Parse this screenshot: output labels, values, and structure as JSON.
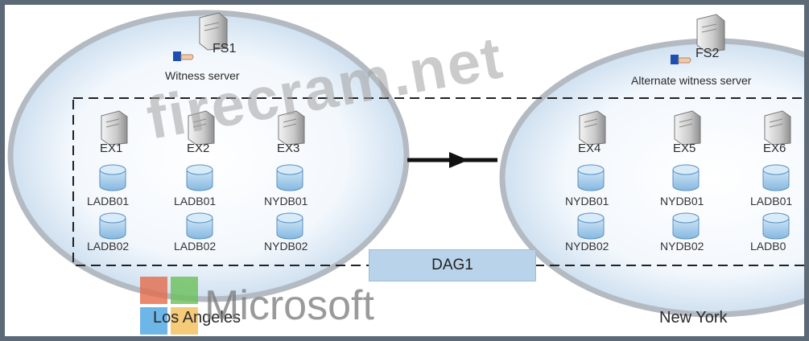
{
  "sites": {
    "left_name": "Los Angeles",
    "right_name": "New York"
  },
  "witness": {
    "left_server": "FS1",
    "left_role": "Witness server",
    "right_server": "FS2",
    "right_role": "Alternate witness server"
  },
  "dag": {
    "label": "DAG1"
  },
  "servers": [
    {
      "name": "EX1",
      "db_top": "LADB01",
      "db_bottom": "LADB02"
    },
    {
      "name": "EX2",
      "db_top": "LADB01",
      "db_bottom": "LADB02"
    },
    {
      "name": "EX3",
      "db_top": "NYDB01",
      "db_bottom": "NYDB02"
    },
    {
      "name": "EX4",
      "db_top": "NYDB01",
      "db_bottom": "NYDB02"
    },
    {
      "name": "EX5",
      "db_top": "NYDB01",
      "db_bottom": "NYDB02"
    },
    {
      "name": "EX6",
      "db_top": "LADB01",
      "db_bottom": "LADB0"
    }
  ],
  "watermarks": {
    "site": "firecram.net",
    "brand": "Microsoft"
  },
  "colors": {
    "ellipse_fill": "#e6f0fa",
    "ellipse_ring": "#b8bfc7",
    "db_fill": "#a9cfec",
    "dag_fill": "#b9d3ea"
  }
}
